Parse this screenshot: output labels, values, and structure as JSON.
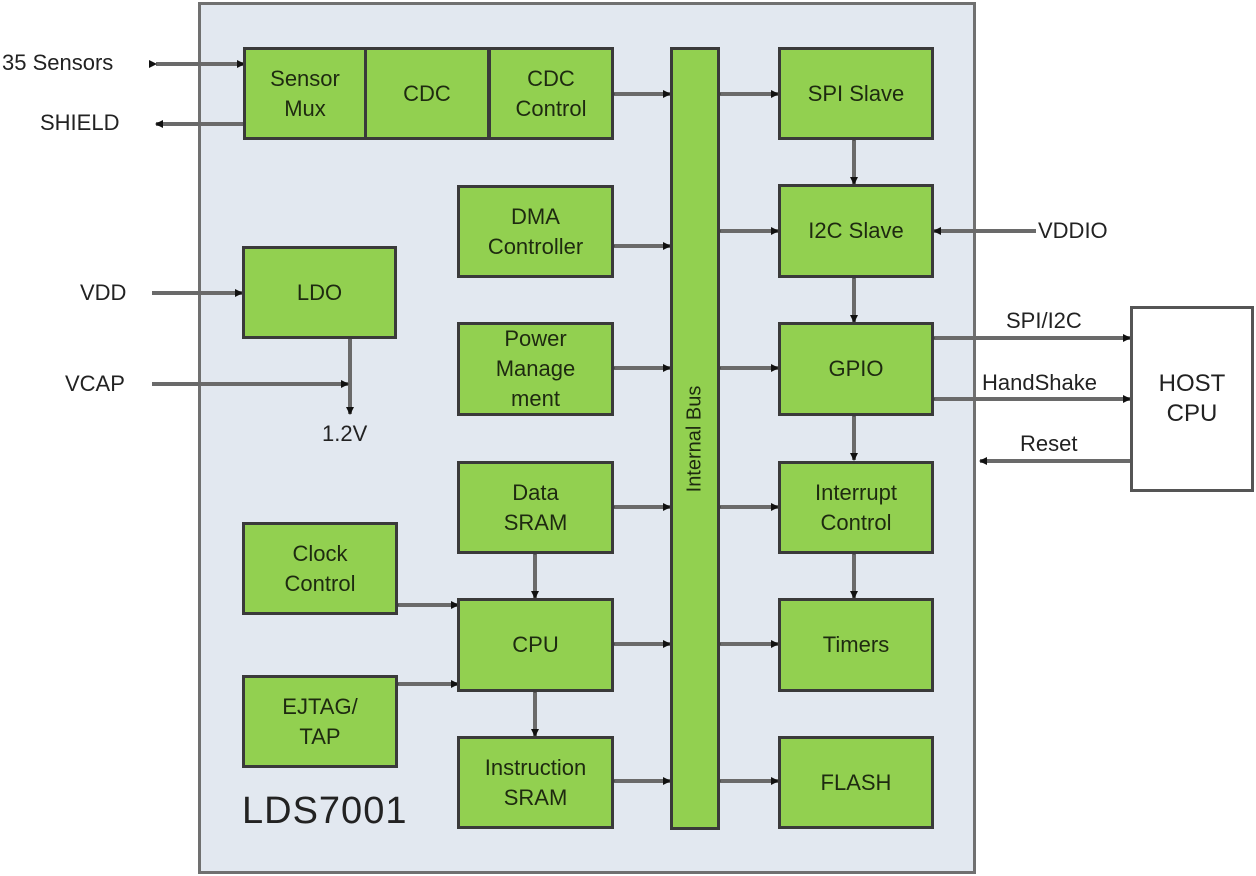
{
  "chip": {
    "name": "LDS7001"
  },
  "blocks": {
    "sensor_mux": "Sensor\nMux",
    "cdc": "CDC",
    "cdc_control": "CDC\nControl",
    "dma_controller": "DMA\nController",
    "ldo": "LDO",
    "power_management": "Power\nManage\nment",
    "data_sram": "Data\nSRAM",
    "clock_control": "Clock\nControl",
    "cpu": "CPU",
    "ejtag_tap": "EJTAG/\nTAP",
    "instruction_sram": "Instruction\nSRAM",
    "internal_bus": "Internal Bus",
    "spi_slave": "SPI Slave",
    "i2c_slave": "I2C Slave",
    "gpio": "GPIO",
    "interrupt_control": "Interrupt\nControl",
    "timers": "Timers",
    "flash": "FLASH",
    "host_cpu": "HOST\nCPU"
  },
  "signals": {
    "sensors": "35 Sensors",
    "shield": "SHIELD",
    "vdd": "VDD",
    "vcap": "VCAP",
    "v12": "1.2V",
    "vddio": "VDDIO",
    "spi_i2c": "SPI/I2C",
    "handshake": "HandShake",
    "reset": "Reset"
  }
}
